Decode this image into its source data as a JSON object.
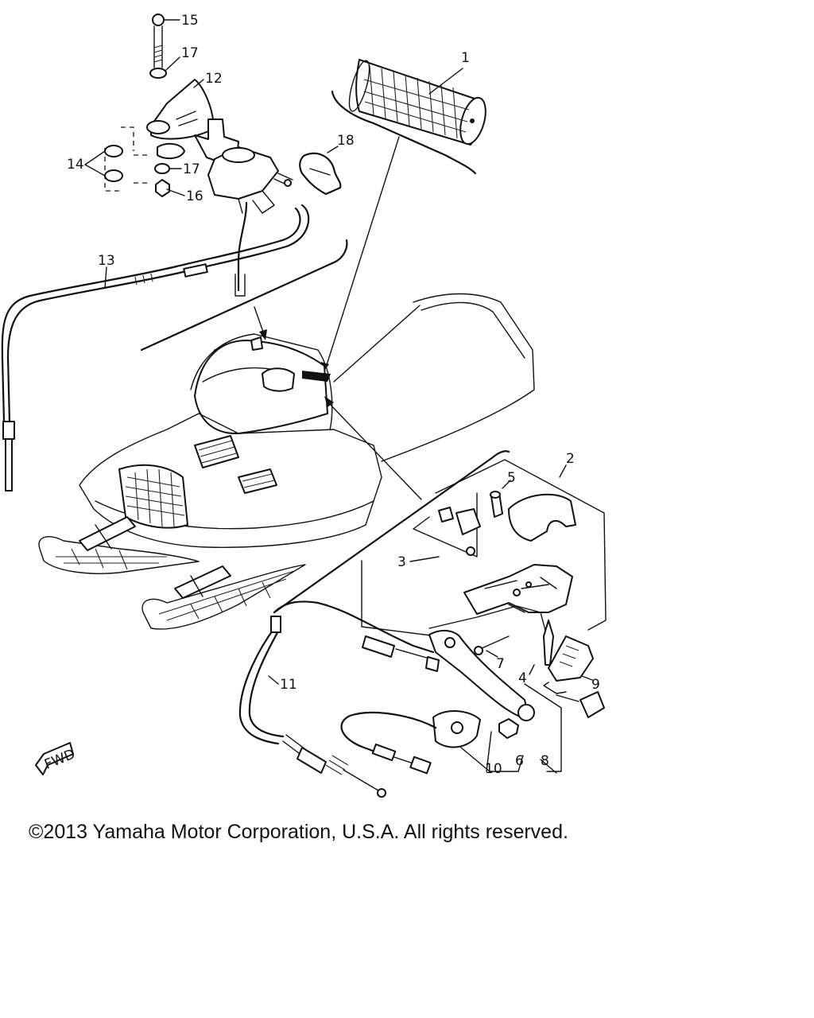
{
  "diagram": {
    "fwd_label": "FWD",
    "parts": [
      {
        "id": "p1",
        "label": "1"
      },
      {
        "id": "p2",
        "label": "2"
      },
      {
        "id": "p3",
        "label": "3"
      },
      {
        "id": "p4",
        "label": "4"
      },
      {
        "id": "p5",
        "label": "5"
      },
      {
        "id": "p6",
        "label": "6"
      },
      {
        "id": "p7",
        "label": "7"
      },
      {
        "id": "p8",
        "label": "8"
      },
      {
        "id": "p9",
        "label": "9"
      },
      {
        "id": "p10",
        "label": "10"
      },
      {
        "id": "p11",
        "label": "11"
      },
      {
        "id": "p12",
        "label": "12"
      },
      {
        "id": "p13",
        "label": "13"
      },
      {
        "id": "p14",
        "label": "14"
      },
      {
        "id": "p15",
        "label": "15"
      },
      {
        "id": "p16",
        "label": "16"
      },
      {
        "id": "p17a",
        "label": "17"
      },
      {
        "id": "p17b",
        "label": "17"
      },
      {
        "id": "p18",
        "label": "18"
      }
    ]
  },
  "footer": {
    "copyright": "©2013 Yamaha Motor Corporation, U.S.A. All rights reserved."
  }
}
